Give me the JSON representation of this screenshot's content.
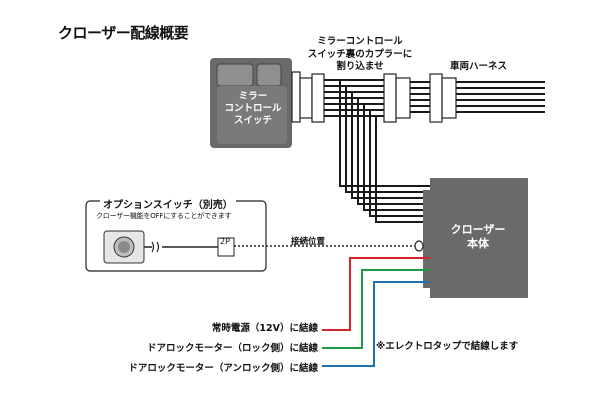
{
  "title": "クローザー配線概要",
  "mirror_switch": {
    "label_lines": [
      "ミラー",
      "コントロール",
      "スイッチ"
    ]
  },
  "coupler_note_lines": [
    "ミラーコントロール",
    "スイッチ裏のカプラーに",
    "割り込ませ"
  ],
  "vehicle_harness_label": "車両ハーネス",
  "closer_unit": {
    "label_lines": [
      "クローザー",
      "本体"
    ]
  },
  "option_switch": {
    "title": "オプションスイッチ（別売）",
    "description": "クローザー機能をOFFにすることができます",
    "connector_label": "2P"
  },
  "connection_position_label": "接続位置",
  "wires": [
    {
      "label": "常時電源（12V）に結線",
      "color": "#d6232a"
    },
    {
      "label": "ドアロックモーター（ロック側）に結線",
      "color": "#1e9a4a"
    },
    {
      "label": "ドアロックモーター（アンロック側）に結線",
      "color": "#1f6fb4"
    }
  ],
  "tap_note": "※エレクトロタップで結線します"
}
